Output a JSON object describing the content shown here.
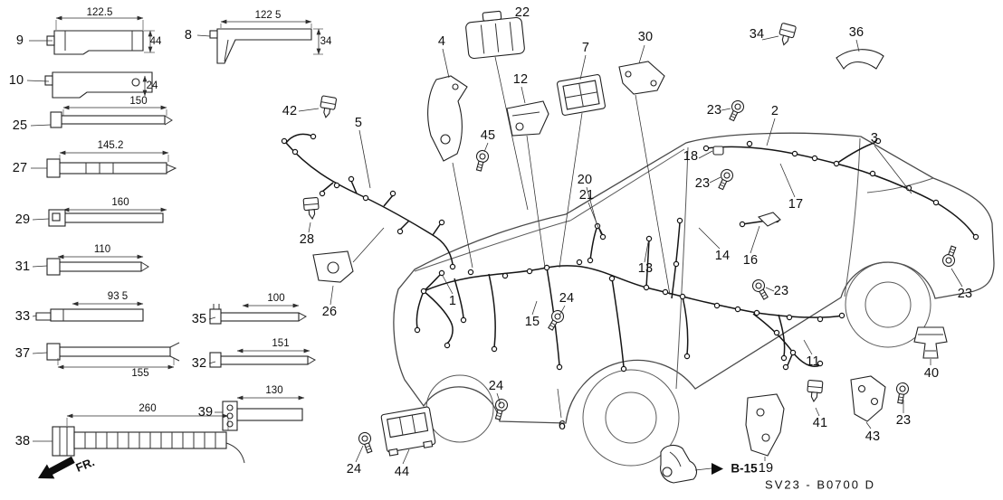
{
  "meta": {
    "drawing_code": "SV23 - B0700 D",
    "front_label": "FR.",
    "ref_label": "B-15"
  },
  "callouts": {
    "n1": "1",
    "n2": "2",
    "n3": "3",
    "n4": "4",
    "n5": "5",
    "n6": "6",
    "n7": "7",
    "n8": "8",
    "n9": "9",
    "n10": "10",
    "n11": "11",
    "n12": "12",
    "n13": "13",
    "n14": "14",
    "n15": "15",
    "n16": "16",
    "n17": "17",
    "n18": "18",
    "n19": "19",
    "n20": "20",
    "n21": "21",
    "n22": "22",
    "n23a": "23",
    "n23b": "23",
    "n23c": "23",
    "n23d": "23",
    "n23e": "23",
    "n24a": "24",
    "n24b": "24",
    "n24c": "24",
    "n25": "25",
    "n26": "26",
    "n27": "27",
    "n28": "28",
    "n29": "29",
    "n30": "30",
    "n31": "31",
    "n32": "32",
    "n33": "33",
    "n34": "34",
    "n35": "35",
    "n36": "36",
    "n37": "37",
    "n38": "38",
    "n39": "39",
    "n40": "40",
    "n41": "41",
    "n42": "42",
    "n43": "43",
    "n44": "44",
    "n45": "45"
  },
  "dimensions": {
    "d9_w": "122.5",
    "d9_h": "44",
    "d8_w": "122 5",
    "d8_h": "34",
    "d10_h": "24",
    "d25": "150",
    "d27": "145.2",
    "d29": "160",
    "d31": "110",
    "d33": "93 5",
    "d35": "100",
    "d37": "155",
    "d32": "151",
    "d39": "130",
    "d38": "260"
  }
}
